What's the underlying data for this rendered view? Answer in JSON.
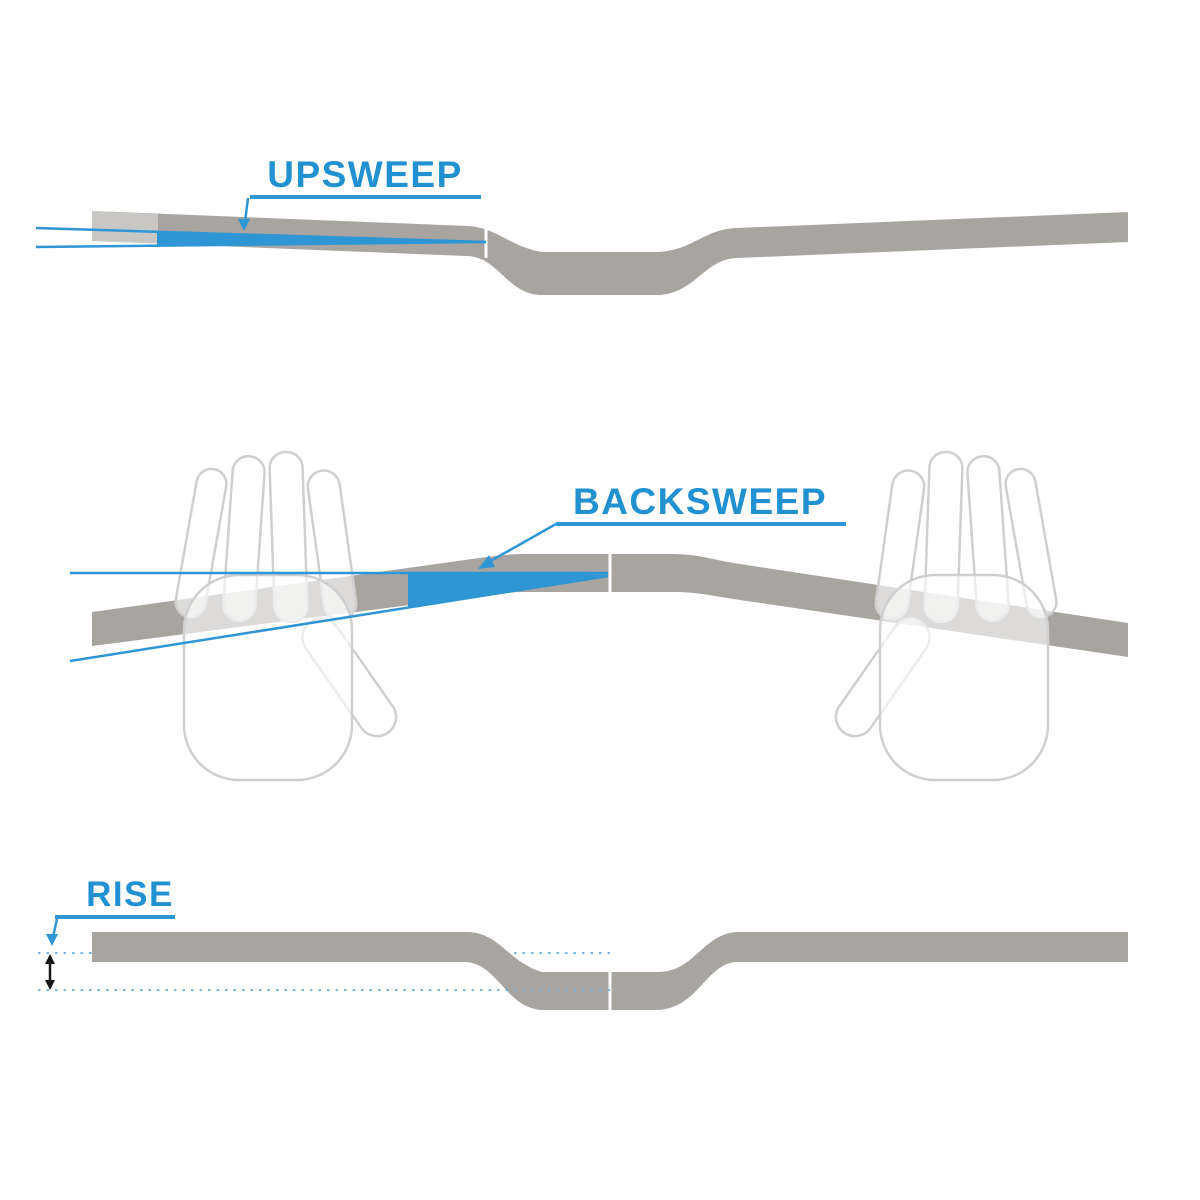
{
  "title": "Handlebar geometry diagram",
  "labels": {
    "upsweep": "UPSWEEP",
    "backsweep": "BACKSWEEP",
    "rise": "RISE"
  },
  "colors": {
    "accent_blue": "#2e96d5",
    "label_blue": "#2191d2",
    "bar_gray": "#a8a5a1",
    "hand_outline_gray": "#cfcfcf",
    "dotted_line_blue": "#79b5e2",
    "rise_arrow_black": "#151515",
    "background": "#ffffff"
  }
}
